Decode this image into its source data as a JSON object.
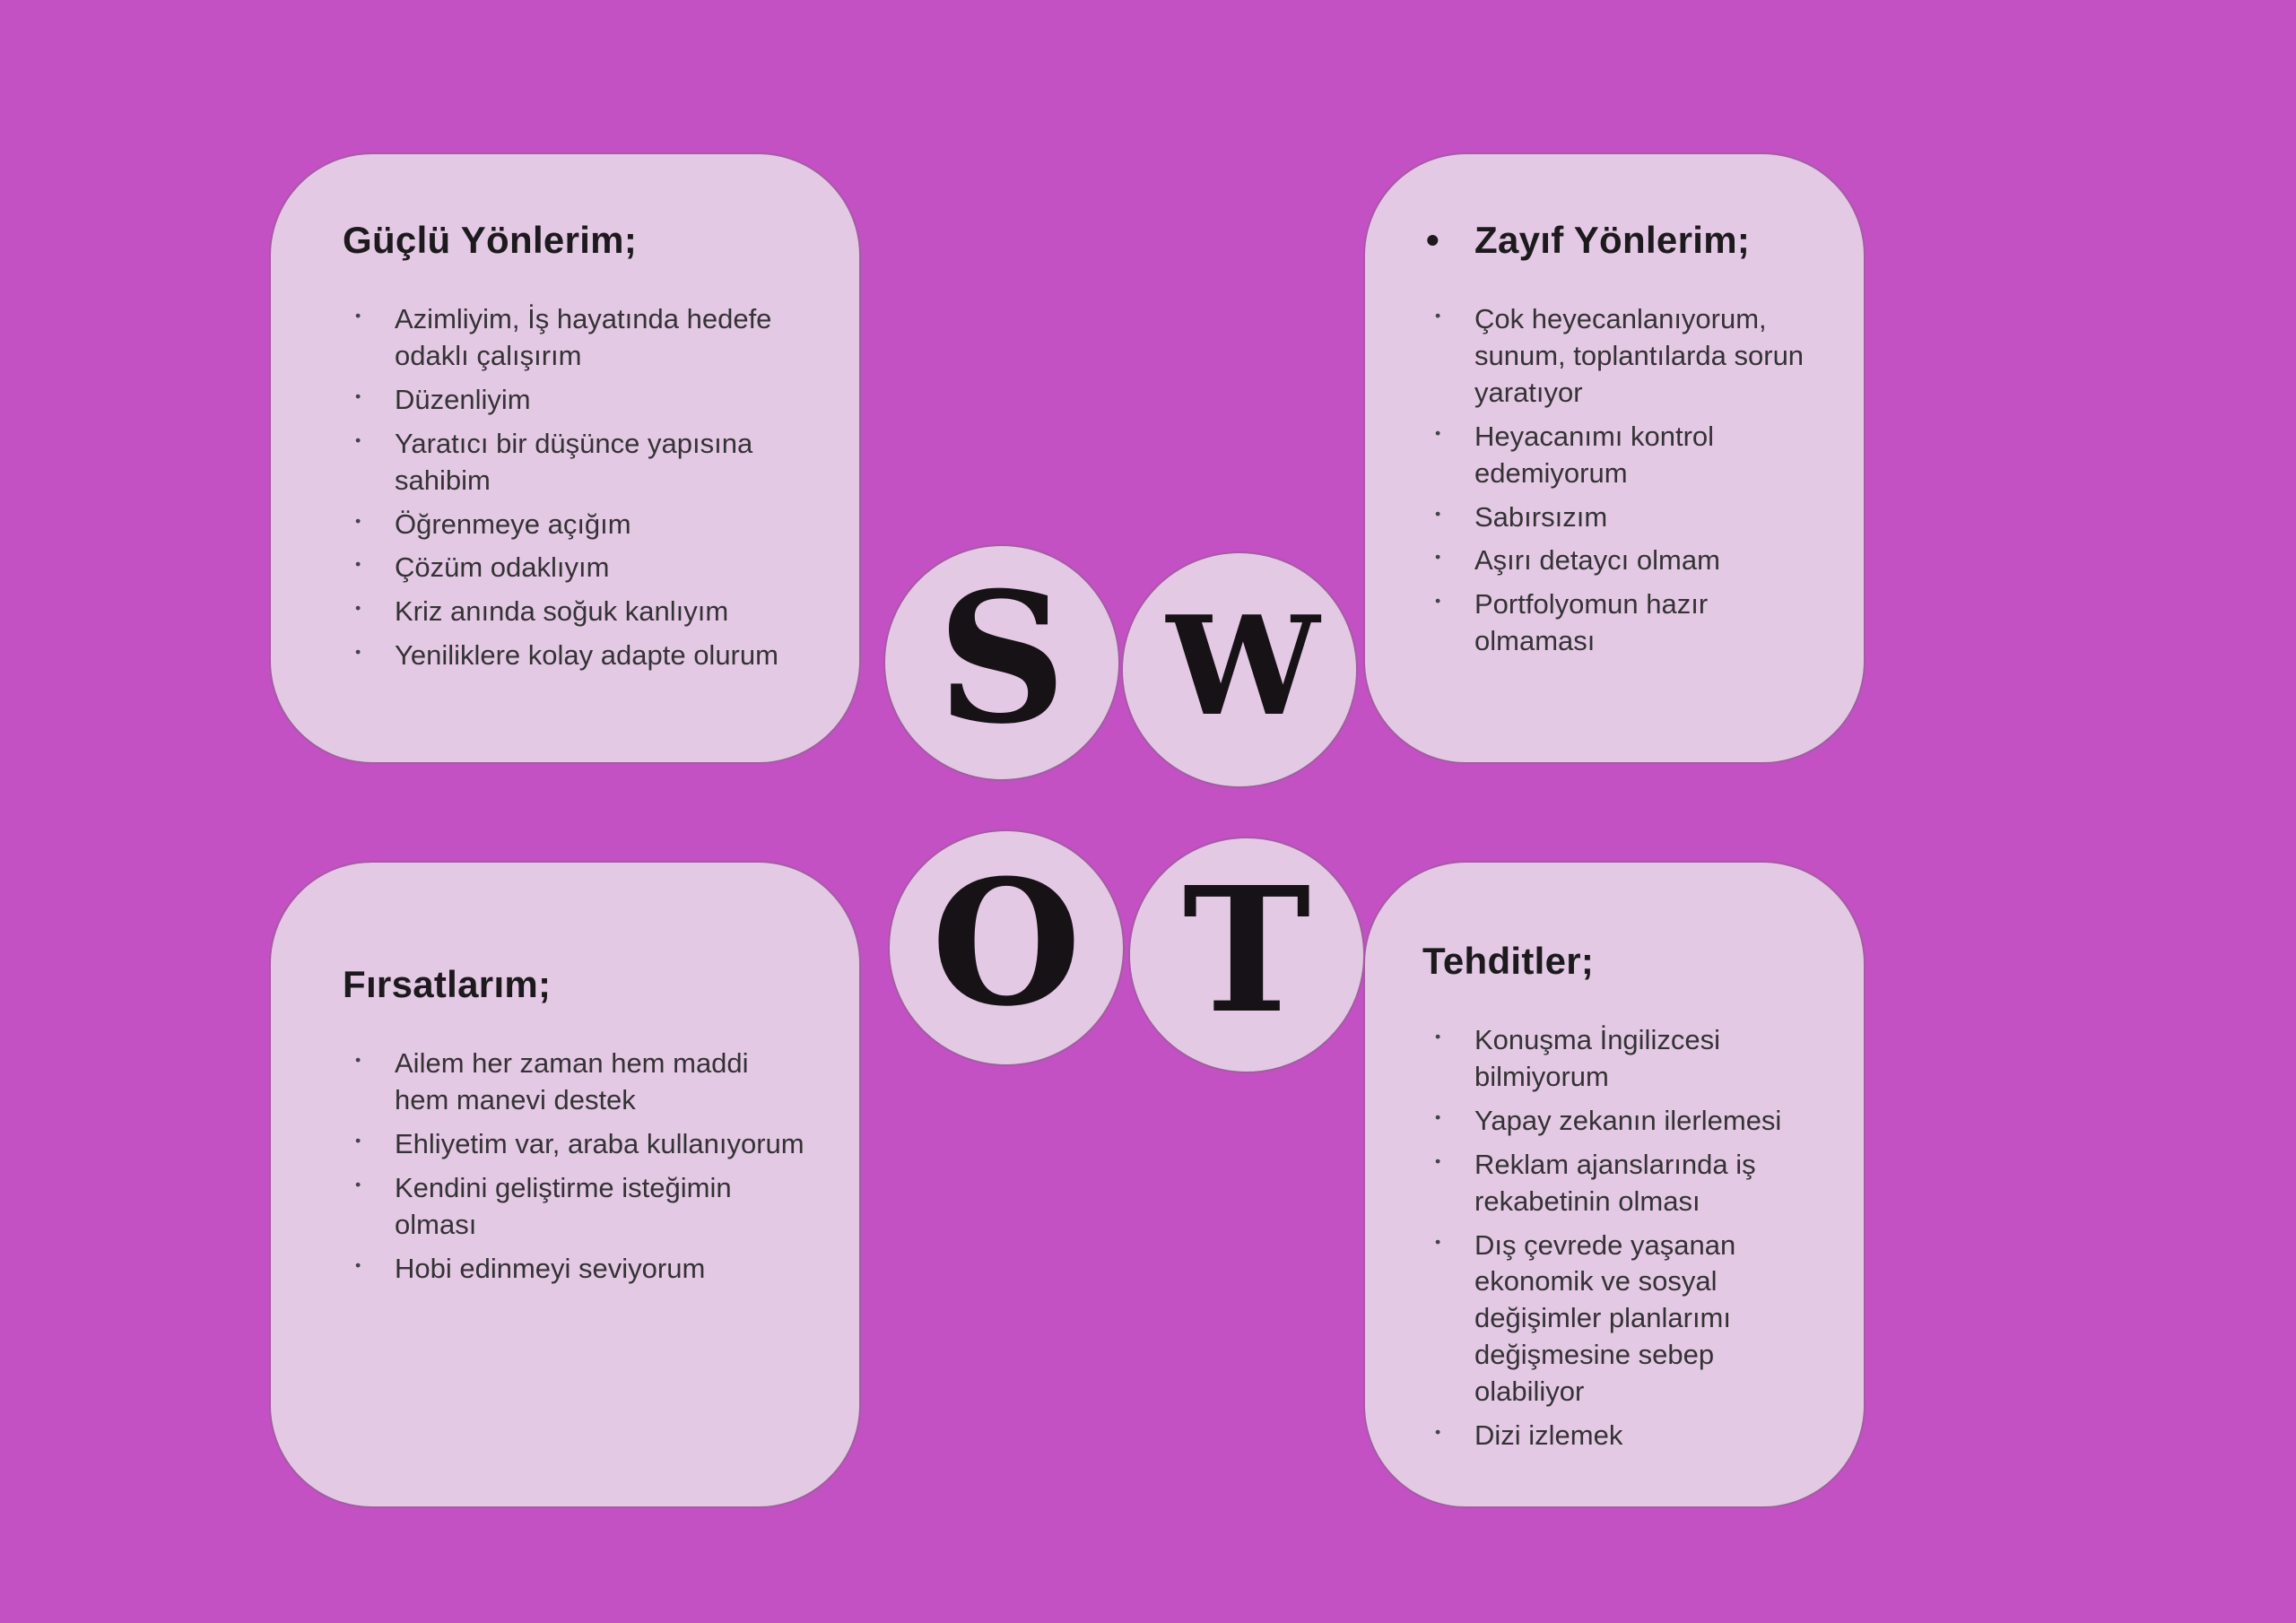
{
  "colors": {
    "background": "#c351c3",
    "card": "#e4c9e4",
    "card_border": "#a45ba4",
    "title_text": "#1d1a1d",
    "body_text": "#353236",
    "bullet_dot": "#454249",
    "letter": "#161216"
  },
  "swot_letters": {
    "s": "S",
    "w": "W",
    "o": "O",
    "t": "T"
  },
  "quadrants": {
    "strengths": {
      "title": "Güçlü Yönlerim;",
      "items": [
        "Azimliyim, İş hayatında hedefe odaklı çalışırım",
        "Düzenliyim",
        "Yaratıcı bir düşünce yapısına sahibim",
        "Öğrenmeye açığım",
        "Çözüm odaklıyım",
        "Kriz anında soğuk kanlıyım",
        "Yeniliklere kolay adapte olurum"
      ]
    },
    "weaknesses": {
      "title": "Zayıf Yönlerim;",
      "items": [
        "Çok heyecanlanıyorum, sunum, toplantılarda sorun yaratıyor",
        "Heyacanımı kontrol edemiyorum",
        "Sabırsızım",
        "Aşırı detaycı olmam",
        "Portfolyomun hazır olmaması"
      ]
    },
    "opportunities": {
      "title": "Fırsatlarım;",
      "items": [
        "Ailem her zaman hem maddi hem manevi destek",
        "Ehliyetim var, araba kullanıyorum",
        "Kendini geliştirme isteğimin olması",
        "Hobi edinmeyi seviyorum"
      ]
    },
    "threats": {
      "title": "Tehditler;",
      "items": [
        "Konuşma İngilizcesi bilmiyorum",
        "Yapay zekanın ilerlemesi",
        "Reklam ajanslarında iş rekabetinin olması",
        "Dış çevrede yaşanan ekonomik ve sosyal değişimler planlarımı değişmesine sebep olabiliyor",
        "Dizi izlemek"
      ]
    }
  }
}
